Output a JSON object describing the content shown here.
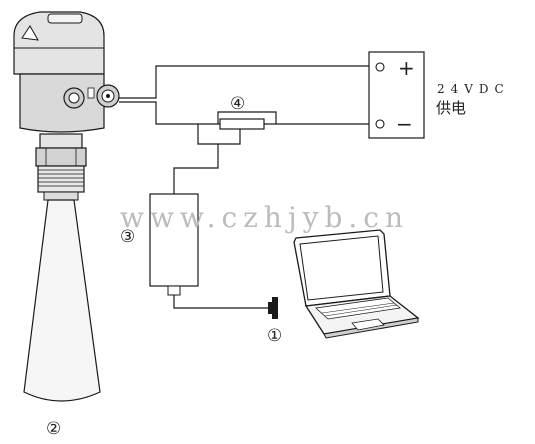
{
  "supply": {
    "voltage_label": "24VDC",
    "name_label": "供电",
    "plus_symbol": "+",
    "minus_symbol": "−"
  },
  "markers": {
    "m1": "①",
    "m2": "②",
    "m3": "③",
    "m4": "④"
  },
  "watermark": "www.czhjyb.cn",
  "colors": {
    "line": "#1a1a1a",
    "housing": "#e4e4e4",
    "metal": "#cfcfcf",
    "horn": "#f6f6f6",
    "watermark": "#bcbcbc"
  }
}
